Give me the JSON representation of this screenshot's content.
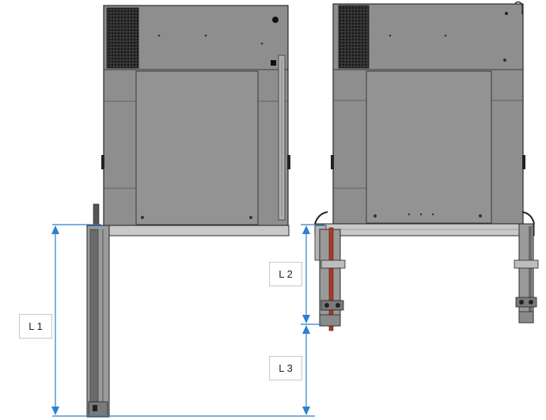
{
  "labels": {
    "l1": "L 1",
    "l2": "L 2",
    "l3": "L 3"
  },
  "colors": {
    "panel": "#8c8c8c",
    "panel_dark": "#6e6e6e",
    "outline": "#2a2a2a",
    "dimension": "#2f7fd0",
    "support": "#a83a2a"
  },
  "icons": {
    "vent": "vent-grille-icon"
  }
}
